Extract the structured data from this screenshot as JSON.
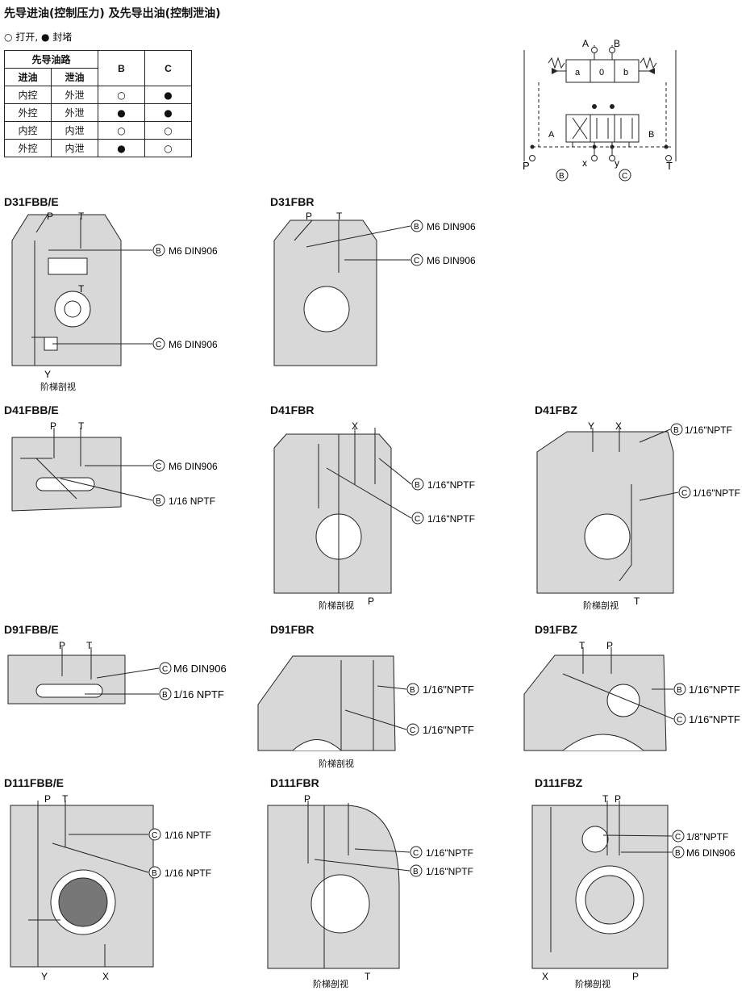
{
  "title": "先导进油(控制压力) 及先导出油(控制泄油)",
  "legend": {
    "open_symbol": "○",
    "open_text": "打开,",
    "closed_symbol": "●",
    "closed_text": "封堵"
  },
  "table": {
    "group_header": "先导油路",
    "sub_headers": [
      "进油",
      "泄油"
    ],
    "col_b": "B",
    "col_c": "C",
    "rows": [
      [
        "内控",
        "外泄",
        "○",
        "●"
      ],
      [
        "外控",
        "外泄",
        "●",
        "●"
      ],
      [
        "内控",
        "内泄",
        "○",
        "○"
      ],
      [
        "外控",
        "内泄",
        "●",
        "○"
      ]
    ]
  },
  "schematic": {
    "A": "A",
    "B": "B",
    "a": "a",
    "zero": "0",
    "b": "b",
    "P": "P",
    "T": "T",
    "x": "x",
    "y": "y",
    "cB": "B",
    "cC": "C",
    "sideA": "A",
    "sideB": "B"
  },
  "caption": "阶梯剖视",
  "sections": {
    "d31fbb": {
      "label": "D31FBB/E",
      "p": "P",
      "t": "T",
      "t2": "T",
      "y": "Y",
      "c1": "B",
      "t1": "M6  DIN906",
      "c2": "C",
      "t2l": "M6  DIN906"
    },
    "d31fbr": {
      "label": "D31FBR",
      "p": "P",
      "t": "T",
      "c1": "B",
      "t1": "M6  DIN906",
      "c2": "C",
      "t2l": "M6  DIN906"
    },
    "d41fbb": {
      "label": "D41FBB/E",
      "p": "P",
      "t": "T",
      "c1": "C",
      "t1": "M6 DIN906",
      "c2": "B",
      "t2l": "1/16 NPTF"
    },
    "d41fbr": {
      "label": "D41FBR",
      "x": "X",
      "p": "P",
      "c1": "B",
      "t1": "1/16\"NPTF",
      "c2": "C",
      "t2l": "1/16\"NPTF"
    },
    "d41fbz": {
      "label": "D41FBZ",
      "y": "Y",
      "x": "X",
      "t": "T",
      "c1": "B",
      "t1": "1/16\"NPTF",
      "c2": "C",
      "t2l": "1/16\"NPTF"
    },
    "d91fbb": {
      "label": "D91FBB/E",
      "p": "P",
      "t": "T",
      "c1": "C",
      "t1": "M6 DIN906",
      "c2": "B",
      "t2l": "1/16 NPTF"
    },
    "d91fbr": {
      "label": "D91FBR",
      "c1": "B",
      "t1": "1/16\"NPTF",
      "c2": "C",
      "t2l": "1/16\"NPTF"
    },
    "d91fbz": {
      "label": "D91FBZ",
      "t": "T",
      "p": "P",
      "c1": "B",
      "t1": "1/16\"NPTF",
      "c2": "C",
      "t2l": "1/16\"NPTF"
    },
    "d111fbb": {
      "label": "D111FBB/E",
      "p": "P",
      "t": "T",
      "y": "Y",
      "x": "X",
      "c1": "C",
      "t1": "1/16 NPTF",
      "c2": "B",
      "t2l": "1/16 NPTF"
    },
    "d111fbr": {
      "label": "D111FBR",
      "p": "P",
      "t": "T",
      "c1": "C",
      "t1": "1/16\"NPTF",
      "c2": "B",
      "t2l": "1/16\"NPTF"
    },
    "d111fbz": {
      "label": "D111FBZ",
      "t": "T",
      "p": "P",
      "x": "X",
      "c1": "C",
      "t1": "1/8\"NPTF",
      "c2": "B",
      "t2l": "M6 DIN906"
    }
  }
}
